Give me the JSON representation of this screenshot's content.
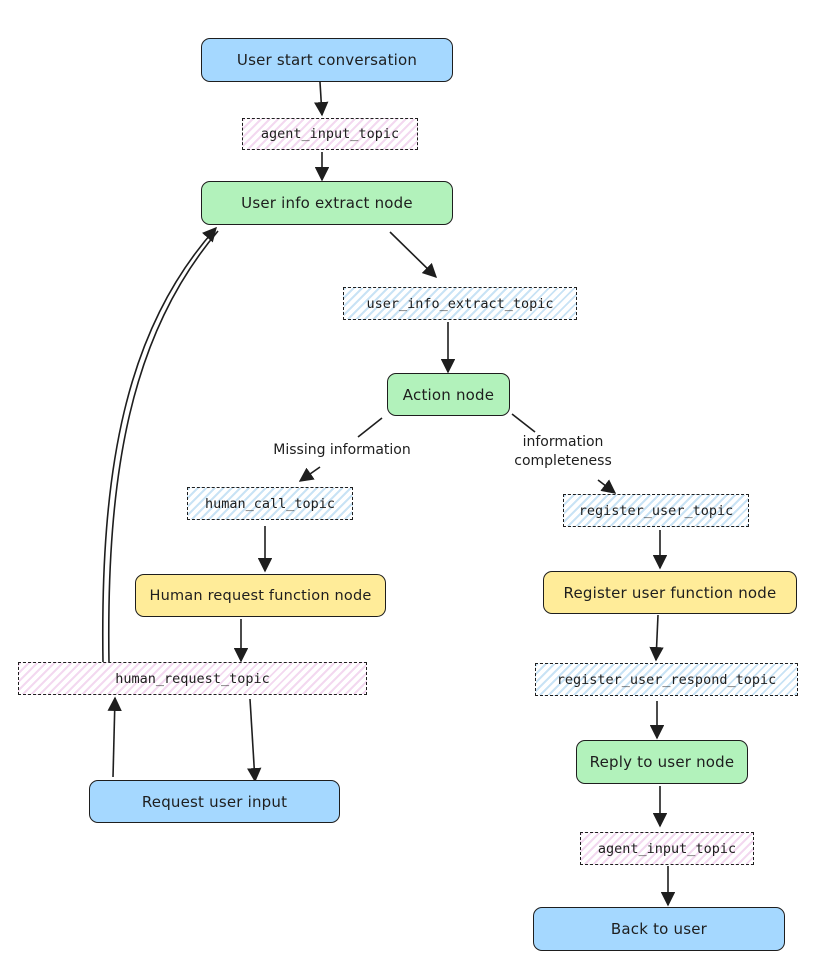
{
  "nodes": {
    "start": "User start conversation",
    "user_info_extract": "User info extract node",
    "action": "Action node",
    "human_request_fn": "Human request function node",
    "request_user_input": "Request user input",
    "register_user_fn": "Register user function node",
    "reply_to_user": "Reply to user node",
    "back_to_user": "Back to user"
  },
  "topics": {
    "agent_input_top": "agent_input_topic",
    "user_info_extract_topic": "user_info_extract_topic",
    "human_call_topic": "human_call_topic",
    "human_request_topic": "human_request_topic",
    "register_user_topic": "register_user_topic",
    "register_user_respond_topic": "register_user_respond_topic",
    "agent_input_bottom": "agent_input_topic"
  },
  "edge_labels": {
    "missing": "Missing information",
    "complete_line1": "information",
    "complete_line2": "completeness"
  },
  "colors": {
    "blue": "#a5d8ff",
    "green": "#b2f2bb",
    "yellow": "#ffec99",
    "pink_hatch": "#f3d9f0",
    "blue_hatch": "#c9e3f5"
  }
}
